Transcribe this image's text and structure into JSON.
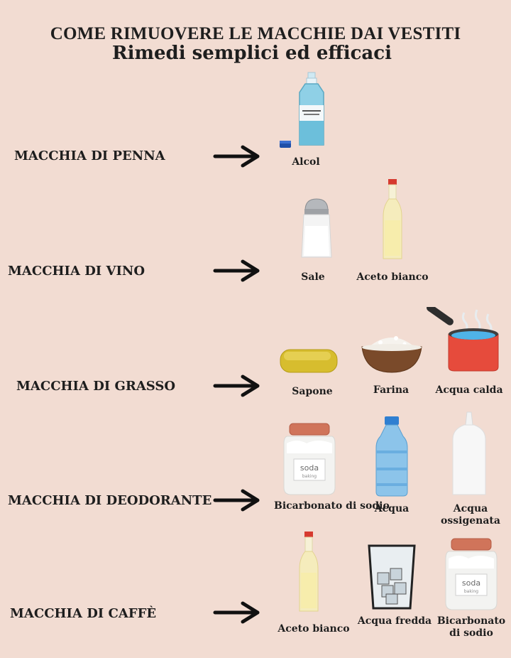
{
  "title": "COME RIMUOVERE LE MACCHIE DAI VESTITI",
  "subtitle": "Rimedi semplici ed efficaci",
  "rows": [
    {
      "stain": "MACCHIA DI PENNA",
      "remedies": [
        "Alcol"
      ]
    },
    {
      "stain": "MACCHIA DI VINO",
      "remedies": [
        "Sale",
        "Aceto bianco"
      ]
    },
    {
      "stain": "MACCHIA DI GRASSO",
      "remedies": [
        "Sapone",
        "Farina",
        "Acqua calda"
      ]
    },
    {
      "stain": "MACCHIA DI DEODORANTE",
      "remedies": [
        "Bicarbonato di sodio",
        "Acqua",
        "Acqua ossigenata"
      ]
    },
    {
      "stain": "MACCHIA DI CAFFÈ",
      "remedies": [
        "Aceto bianco",
        "Acqua fredda",
        "Bicarbonato di sodio"
      ]
    }
  ],
  "jar_label": {
    "brand": "soda",
    "sub": "baking"
  },
  "icons": [
    "arrow-icon",
    "alcohol-bottle-icon",
    "salt-shaker-icon",
    "vinegar-bottle-icon",
    "soap-bar-icon",
    "flour-bowl-icon",
    "boiling-pot-icon",
    "baking-soda-jar-icon",
    "water-bottle-icon",
    "peroxide-bottle-icon",
    "ice-water-glass-icon"
  ],
  "colors": {
    "background": "#f2dcd2",
    "text": "#1e1e1e"
  }
}
